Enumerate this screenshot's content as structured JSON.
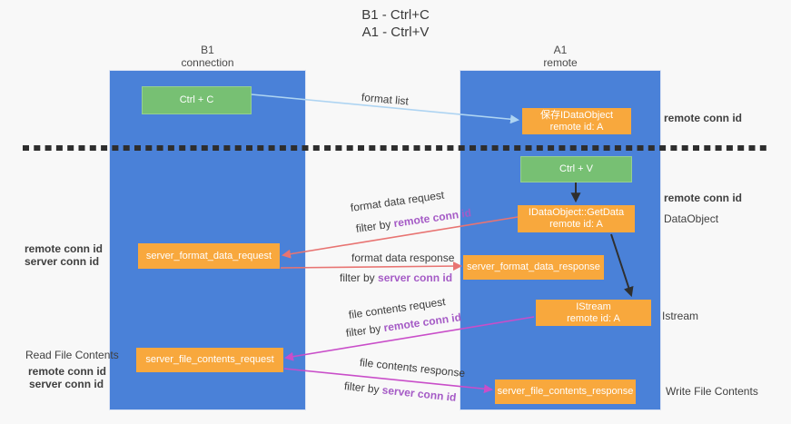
{
  "title": {
    "line1": "B1 - Ctrl+C",
    "line2": "A1 - Ctrl+V"
  },
  "lanes": {
    "b1": {
      "name": "B1",
      "subtitle": "connection"
    },
    "a1": {
      "name": "A1",
      "subtitle": "remote"
    }
  },
  "boxes": {
    "ctrl_c": {
      "label": "Ctrl + C"
    },
    "ctrl_v": {
      "label": "Ctrl + V"
    },
    "save_idataobject": {
      "line1": "保存IDataObject",
      "line2": "remote id: A"
    },
    "getdata": {
      "line1": "IDataObject::GetData",
      "line2": "remote id: A"
    },
    "istream": {
      "line1": "IStream",
      "line2": "remote id: A"
    },
    "format_request": {
      "label": "server_format_data_request"
    },
    "format_response": {
      "label": "server_format_data_response"
    },
    "file_request": {
      "label": "server_file_contents_request"
    },
    "file_response": {
      "label": "server_file_contents_response"
    }
  },
  "flow_labels": {
    "format_list": "format list",
    "format_data_request": "format data request",
    "format_data_response": "format data response",
    "file_contents_request": "file contents request",
    "file_contents_response": "file contents response",
    "filter_by": "filter by ",
    "remote_conn_id": "remote conn id",
    "server_conn_id": "server conn id"
  },
  "side_labels": {
    "remote_conn_id": "remote conn id",
    "server_conn_id": "server conn id",
    "read_file_contents": "Read File Contents",
    "dataobject": "DataObject",
    "istream": "Istream",
    "write_file_contents": "Write File Contents"
  },
  "colors": {
    "lane_blue": "#4a81d8",
    "box_orange": "#f8a83d",
    "box_green": "#77c073",
    "purple_text": "#a55bc6",
    "green_text": "#67bd6b",
    "salmon_arrow": "#e87472",
    "magenta_arrow": "#c94ec9",
    "light_blue_arrow": "#aed4f2",
    "black_arrow": "#2f2f2f",
    "dashed_line": "#2e2e2e"
  }
}
